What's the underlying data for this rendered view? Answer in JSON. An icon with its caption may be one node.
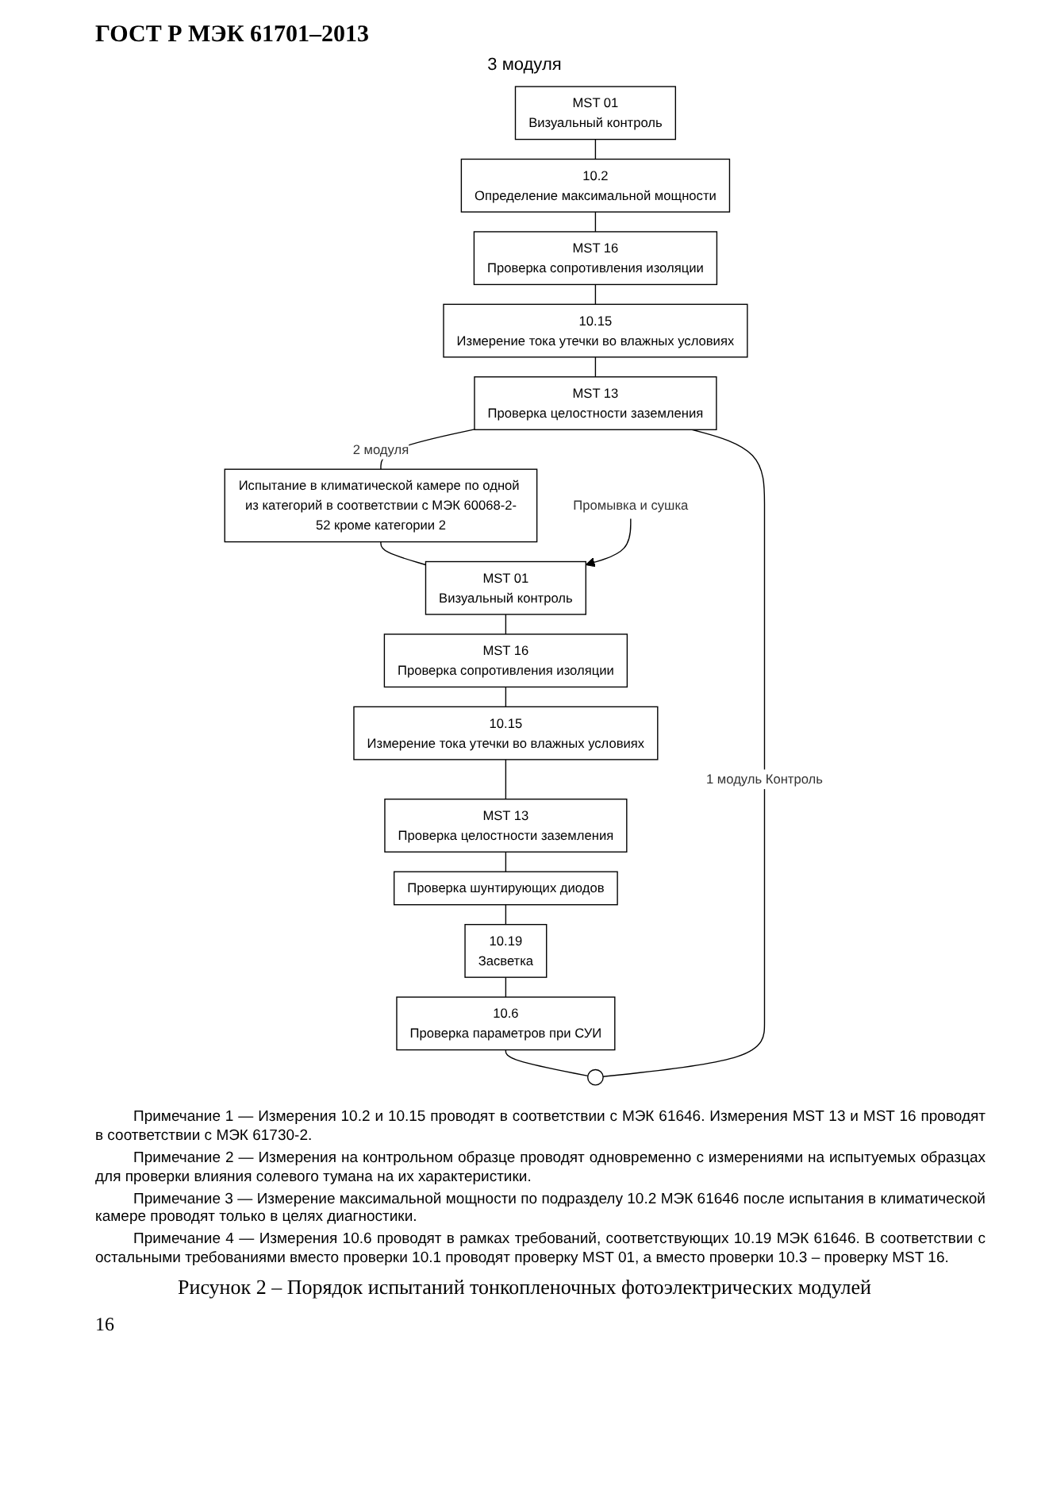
{
  "diagram": {
    "title": "ГОСТ Р МЭК 61701–2013",
    "caption": "Рисунок 2 – Порядок испытаний тонкопленочных фотоэлектрических модулей",
    "nodes": [
      {
        "text": [
          "MST 01",
          "Визуальный контроль"
        ]
      },
      {
        "text": [
          "10.2",
          "Определение максимальной мощности"
        ]
      },
      {
        "text": [
          "MST 16",
          "Проверка сопротивления изоляции"
        ]
      },
      {
        "text": [
          "10.15",
          "Измерение тока утечки во влажных условиях"
        ]
      },
      {
        "text": [
          "MST 13",
          "Проверка целостности заземления"
        ]
      },
      {
        "text": [
          "Испытание в климатической камере по одной из категорий в соответствии с МЭК 60068-2-52 кроме категории 2"
        ]
      },
      {
        "text": [
          "MST 01",
          "Визуальный контроль"
        ]
      },
      {
        "text": [
          "MST 16",
          "Проверка сопротивления изоляции"
        ]
      },
      {
        "text": [
          "10.15",
          "Измерение тока утечки во влажных условиях"
        ]
      },
      {
        "text": [
          "MST 13",
          "Проверка целостности заземления"
        ]
      },
      {
        "text": [
          "Проверка шунтирующих диодов"
        ]
      },
      {
        "text": [
          "10.19",
          "Засветка"
        ]
      },
      {
        "text": [
          "10.6",
          "Проверка параметров при СУИ"
        ]
      },
      {
        "text": [
          "Промывка и сушка"
        ]
      },
      {
        "text": [],
        "shape": "point"
      }
    ],
    "edges": [
      {
        "from": 0,
        "to": 1,
        "arrow": "none"
      },
      {
        "from": 1,
        "to": 2,
        "arrow": "none"
      },
      {
        "from": 2,
        "to": 3,
        "arrow": "none"
      },
      {
        "from": 3,
        "to": 4,
        "arrow": "none"
      },
      {
        "from": 4,
        "to": 5,
        "arrow": "none",
        "label": "2 модуля"
      },
      {
        "from": 5,
        "to": 6,
        "arrow": "none"
      },
      {
        "from": 13,
        "to": 6,
        "arrow": "to"
      },
      {
        "from": 6,
        "to": 7,
        "arrow": "none"
      },
      {
        "from": 7,
        "to": 8,
        "arrow": "none"
      },
      {
        "from": 8,
        "to": 9,
        "arrow": "none"
      },
      {
        "from": 9,
        "to": 10,
        "arrow": "none"
      },
      {
        "from": 10,
        "to": 11,
        "arrow": "none"
      },
      {
        "from": 11,
        "to": 12,
        "arrow": "none"
      },
      {
        "from": 12,
        "to": 14,
        "arrow": "none"
      },
      {
        "from": 4,
        "to": 14,
        "arrow": "none",
        "label": "1 модуль Контроль"
      }
    ],
    "labels": [
      "3 модуля",
      "Примечание 1 — Измерения 10.2 и 10.15 проводят в соответствии с МЭК 61646. Измерения MST 13 и MST 16 проводят в соответствии с МЭК 61730-2.",
      "Примечание 2 — Измерения на контрольном образце проводят одновременно с измерениями на испытуемых образцах для проверки влияния солевого тумана на их характеристики.",
      "Примечание 3 — Измерение максимальной мощности по подразделу 10.2 МЭК 61646 после испытания в климатической камере проводят только в целях диагностики.",
      "Примечание 4 — Измерения 10.6 проводят в рамках требований, соответствующих 10.19 МЭК 61646. В соответствии с остальными требованиями вместо проверки 10.1 проводят проверку MST 01, а вместо проверки 10.3 – проверку MST 16.",
      "16"
    ]
  }
}
